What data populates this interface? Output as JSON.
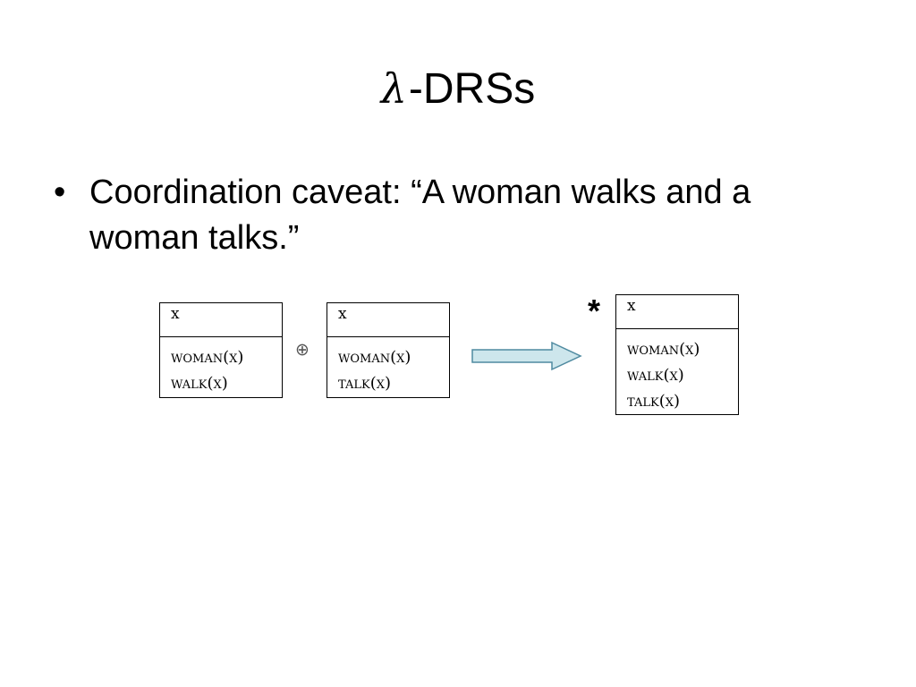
{
  "slide": {
    "title_symbol": "λ",
    "title_text": "-DRSs",
    "bullet_marker": "•",
    "bullet_text": "Coordination caveat: “A woman walks and a woman talks.”"
  },
  "diagram": {
    "operator_symbol": "⊕",
    "result_mark": "*",
    "drs_left": {
      "referent": "x",
      "conditions": [
        "woman(x)",
        "walk(x)"
      ]
    },
    "drs_middle": {
      "referent": "x",
      "conditions": [
        "woman(x)",
        "talk(x)"
      ]
    },
    "drs_result": {
      "referent": "x",
      "conditions": [
        "woman(x)",
        "walk(x)",
        "talk(x)"
      ]
    },
    "colors": {
      "arrow_fill": "#cde6ec",
      "arrow_stroke": "#4f8aa0"
    }
  }
}
